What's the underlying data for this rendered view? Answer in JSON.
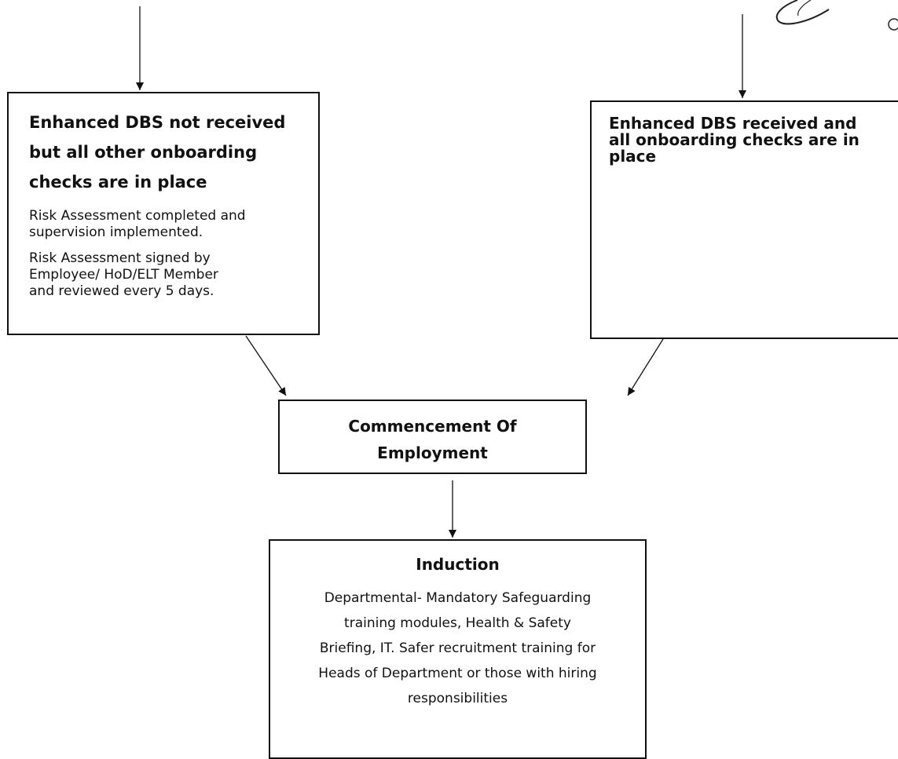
{
  "nodes": {
    "dbs_not_received": {
      "title_lines": [
        "Enhanced DBS not received",
        "but all other onboarding",
        "checks are in place"
      ],
      "notes": [
        [
          "Risk Assessment completed and",
          "supervision implemented."
        ],
        [
          "Risk Assessment signed by",
          "Employee/ HoD/ELT Member",
          "and reviewed every 5 days."
        ]
      ]
    },
    "dbs_received": {
      "title_lines": [
        "Enhanced DBS received and",
        "all onboarding checks are in",
        "place"
      ]
    },
    "commencement": {
      "title_lines": [
        "Commencement Of",
        "Employment"
      ]
    },
    "induction": {
      "title": "Induction",
      "body_lines": [
        "Departmental- Mandatory Safeguarding",
        "training modules, Health & Safety",
        "Briefing, IT. Safer recruitment training for",
        "Heads of Department or those with hiring",
        "responsibilities"
      ]
    }
  },
  "edges": [
    {
      "from": "previous step (off-page)",
      "to": "dbs_not_received"
    },
    {
      "from": "previous step (off-page)",
      "to": "dbs_received"
    },
    {
      "from": "dbs_not_received",
      "to": "commencement"
    },
    {
      "from": "dbs_received",
      "to": "commencement"
    },
    {
      "from": "commencement",
      "to": "induction"
    }
  ]
}
